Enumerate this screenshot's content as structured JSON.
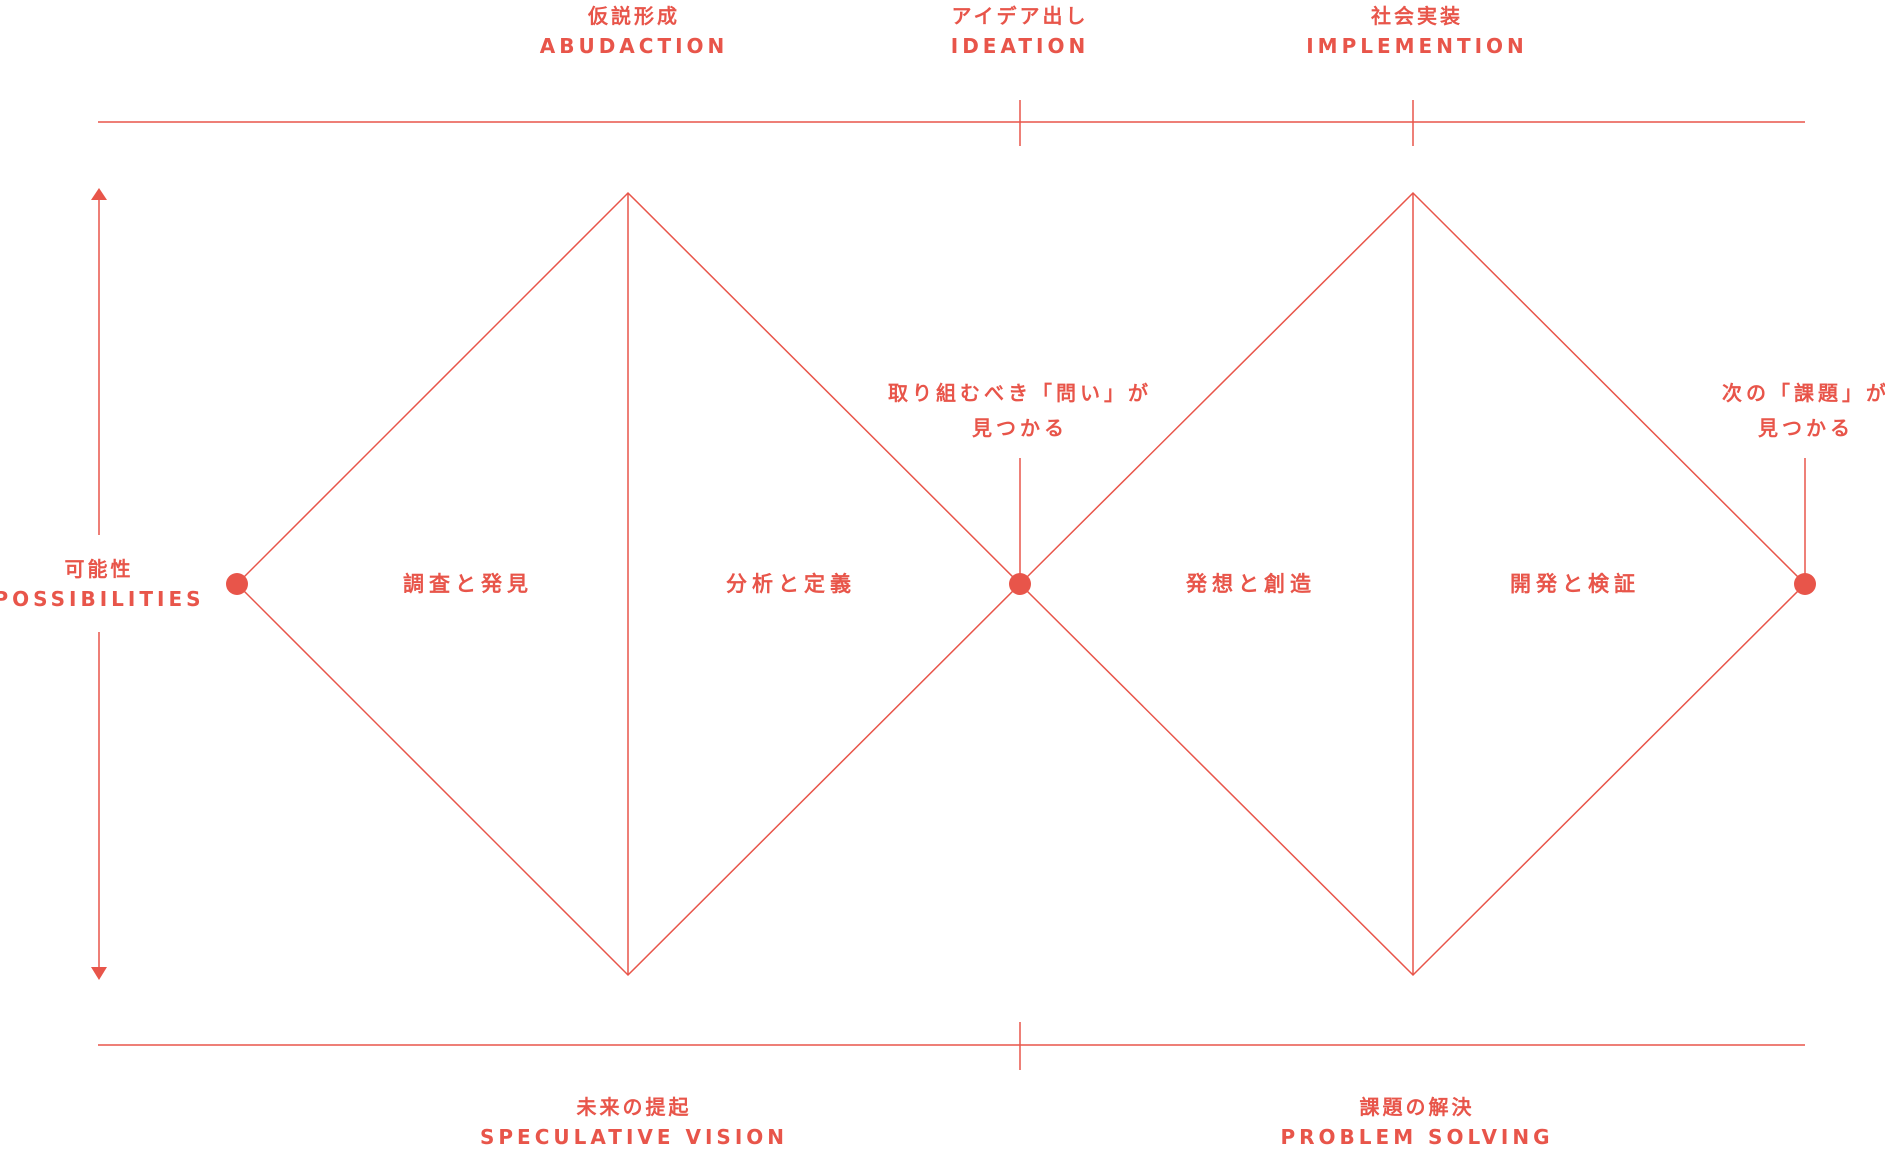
{
  "colors": {
    "accent": "#e8554a",
    "background": "#ffffff"
  },
  "phases_top": [
    {
      "jp": "仮説形成",
      "en": "ABUDACTION"
    },
    {
      "jp": "アイデア出し",
      "en": "IDEATION"
    },
    {
      "jp": "社会実装",
      "en": "IMPLEMENTION"
    }
  ],
  "phases_bottom": [
    {
      "jp": "未来の提起",
      "en": "SPECULATIVE VISION"
    },
    {
      "jp": "課題の解決",
      "en": "PROBLEM SOLVING"
    }
  ],
  "axis": {
    "jp": "可能性",
    "en": "POSSIBILITIES"
  },
  "stages": [
    "調査と発見",
    "分析と定義",
    "発想と創造",
    "開発と検証"
  ],
  "milestones": [
    {
      "line1": "取り組むべき「問い」が",
      "line2": "見つかる"
    },
    {
      "line1": "次の「課題」が",
      "line2": "見つかる"
    }
  ]
}
